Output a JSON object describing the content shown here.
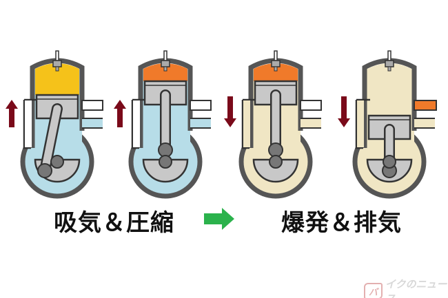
{
  "labels": {
    "intake_compression": "吸気＆圧縮",
    "combustion_exhaust": "爆発＆排気"
  },
  "watermark": {
    "logo": "バ",
    "text": "イクのニュース"
  },
  "colors": {
    "arrow": "#7a0a1a",
    "green_arrow": "#2bb24c",
    "intake": "#b7dde8",
    "mixture": "#f0e6c4",
    "compressed": "#f5c21a",
    "ignition": "#f07a2a",
    "exhaust": "#f07a2a",
    "metal": "#c8c8c8",
    "wall": "#555555"
  },
  "engines": [
    {
      "name": "intake-compression-1",
      "stroke": "up",
      "head": "compressed",
      "case": "intake",
      "piston": "low"
    },
    {
      "name": "intake-compression-2",
      "stroke": "up",
      "head": "ignition",
      "case": "intake",
      "piston": "top"
    },
    {
      "name": "combustion-exhaust-1",
      "stroke": "down",
      "head": "ignition",
      "case": "mixture",
      "piston": "top"
    },
    {
      "name": "combustion-exhaust-2",
      "stroke": "down",
      "head": "mixture",
      "case": "mixture",
      "piston": "bottom"
    }
  ]
}
